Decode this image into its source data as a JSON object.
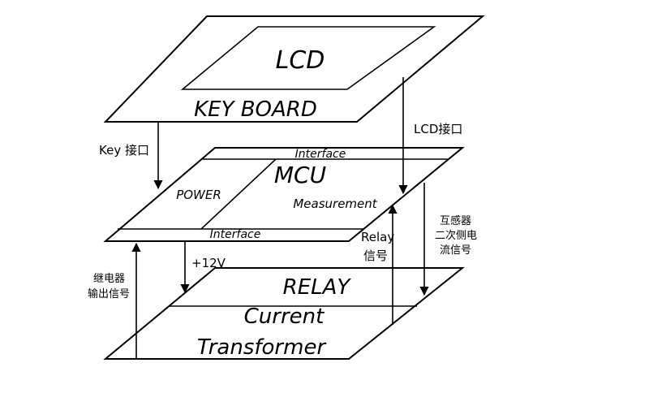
{
  "diagram": {
    "top_layer": {
      "lcd_label": "LCD",
      "keyboard_label": "KEY BOARD"
    },
    "middle_layer": {
      "interface_top_label": "Interface",
      "mcu_label": "MCU",
      "power_label": "POWER",
      "measurement_label": "Measurement",
      "interface_bottom_label": "Interface"
    },
    "bottom_layer": {
      "relay_label": "RELAY",
      "current_label": "Current",
      "transformer_label": "Transformer"
    },
    "connections": {
      "key_label": "Key 接口",
      "lcd_label": "LCD接口",
      "plus12v_label": "+12V",
      "relay_output_line1": "继电器",
      "relay_output_line2": "输出信号",
      "relay_signal_line1": "Relay",
      "relay_signal_line2": "信号",
      "ct_signal_line1": "互感器",
      "ct_signal_line2": "二次侧电",
      "ct_signal_line3": "流信号"
    }
  }
}
